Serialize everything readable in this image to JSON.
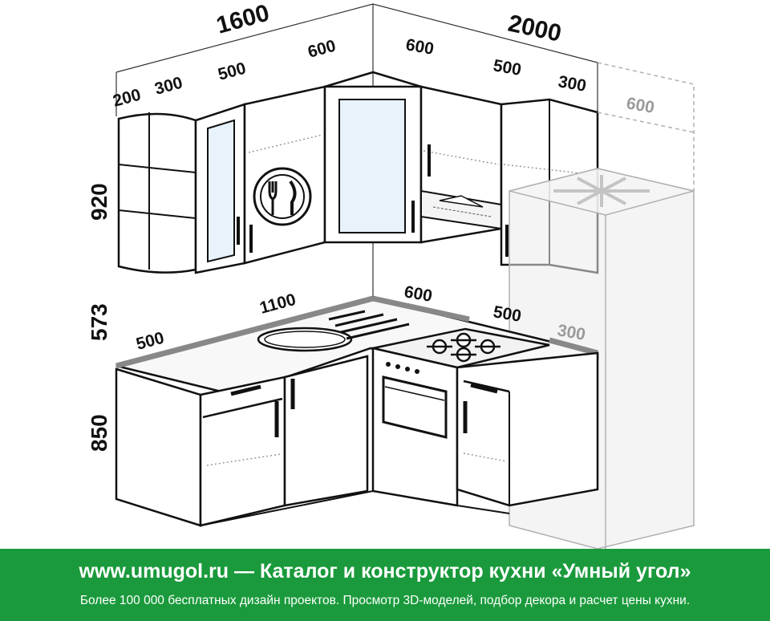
{
  "dimensions": {
    "top_left_total": "1600",
    "top_right_total": "2000",
    "upper_left_segments": [
      "200",
      "300",
      "500",
      "600"
    ],
    "upper_right_segments": [
      "600",
      "500",
      "300"
    ],
    "fridge_ghost": "600",
    "height_upper": "920",
    "height_backsplash": "573",
    "height_lower": "850",
    "counter_left_end": "500",
    "counter_left_span": "1100",
    "counter_right_600": "600",
    "counter_right_500": "500",
    "counter_right_300": "300"
  },
  "footer": {
    "title": "www.umugol.ru  —  Каталог и конструктор кухни «Умный угол»",
    "subtitle": "Более 100 000 бесплатных дизайн проектов. Просмотр 3D-моделей, подбор декора и расчет цены кухни."
  },
  "colors": {
    "footer_bg": "#1a9a3c",
    "line": "#111111",
    "ghost": "#b0b0b0",
    "counter_edge": "#888888"
  },
  "icons": [
    "fork-knife-plate-icon",
    "snowflake-icon"
  ]
}
